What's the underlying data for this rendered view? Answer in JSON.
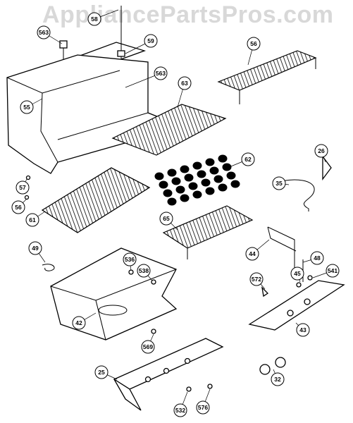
{
  "watermark": "AppliancePartsPros.com",
  "callouts": [
    {
      "id": "c563a",
      "label": "563"
    },
    {
      "id": "c58",
      "label": "58"
    },
    {
      "id": "c59",
      "label": "59"
    },
    {
      "id": "c55",
      "label": "55"
    },
    {
      "id": "c563b",
      "label": "563"
    },
    {
      "id": "c63",
      "label": "63"
    },
    {
      "id": "c56",
      "label": "56"
    },
    {
      "id": "c62",
      "label": "62"
    },
    {
      "id": "c26",
      "label": "26"
    },
    {
      "id": "c35",
      "label": "35"
    },
    {
      "id": "c57",
      "label": "57"
    },
    {
      "id": "c566",
      "label": "56"
    },
    {
      "id": "c61",
      "label": "61"
    },
    {
      "id": "c65",
      "label": "65"
    },
    {
      "id": "c49",
      "label": "49"
    },
    {
      "id": "c536",
      "label": "536"
    },
    {
      "id": "c538",
      "label": "538"
    },
    {
      "id": "c44",
      "label": "44"
    },
    {
      "id": "c48",
      "label": "48"
    },
    {
      "id": "c45",
      "label": "45"
    },
    {
      "id": "c541",
      "label": "541"
    },
    {
      "id": "c572",
      "label": "572"
    },
    {
      "id": "c42",
      "label": "42"
    },
    {
      "id": "c43",
      "label": "43"
    },
    {
      "id": "c569",
      "label": "569"
    },
    {
      "id": "c25",
      "label": "25"
    },
    {
      "id": "c32",
      "label": "32"
    },
    {
      "id": "c532",
      "label": "532"
    },
    {
      "id": "c576",
      "label": "576"
    }
  ]
}
